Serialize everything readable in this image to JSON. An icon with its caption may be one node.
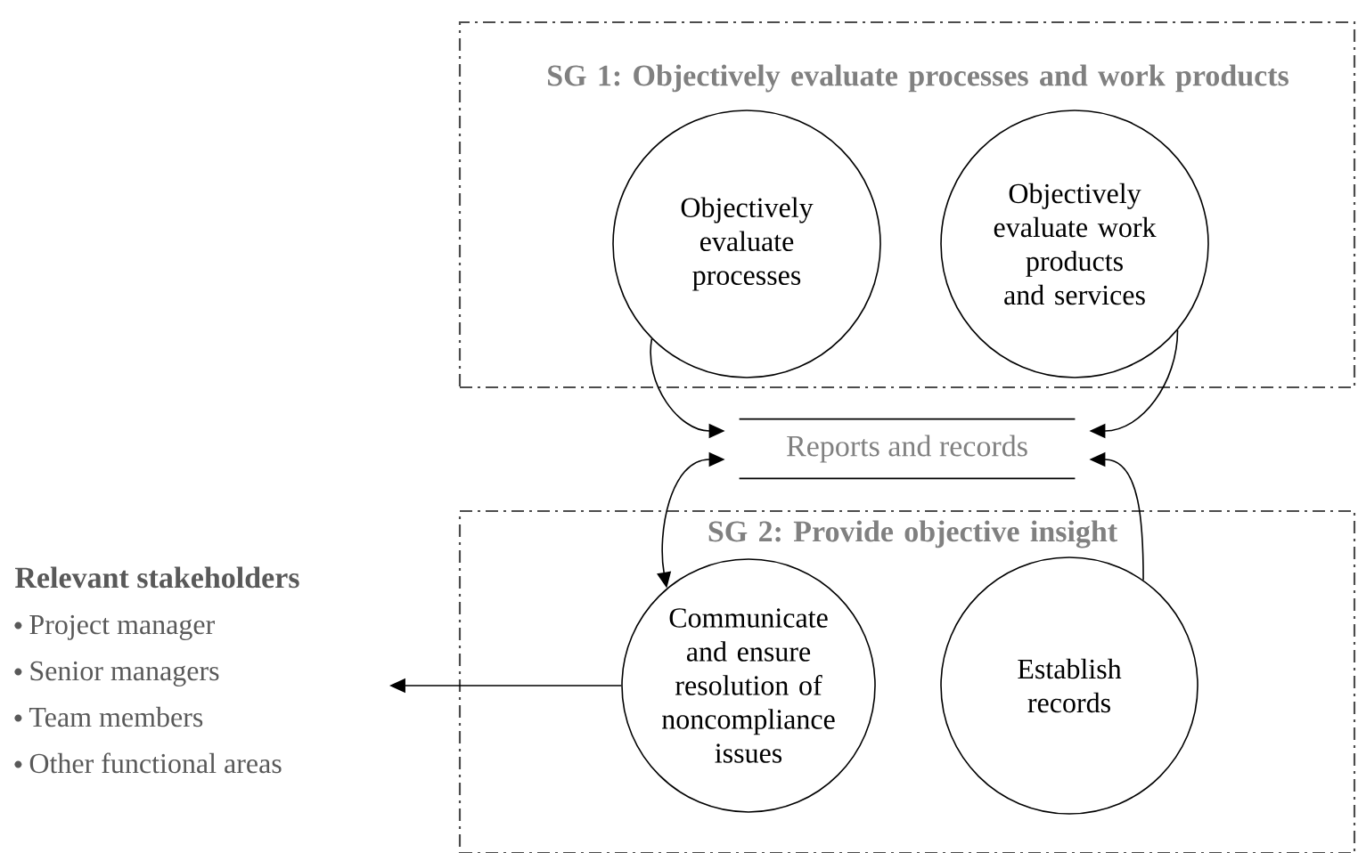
{
  "diagram": {
    "nodes": [
      {
        "text": [
          "SG 1: Objectively evaluate processes and work products"
        ]
      },
      {
        "text": [
          "Objectively evaluate processes"
        ],
        "in": 0
      },
      {
        "text": [
          "Objectively evaluate work products and services"
        ],
        "in": 0
      },
      {
        "text": [
          "Reports and records"
        ]
      },
      {
        "text": [
          "SG 2: Provide objective insight"
        ]
      },
      {
        "text": [
          "Communicate and ensure resolution of noncompliance issues"
        ],
        "in": 4
      },
      {
        "text": [
          "Establish records"
        ],
        "in": 4
      },
      {
        "text": [
          "Relevant stakeholders",
          "Project manager",
          "Senior managers",
          "Team members",
          "Other functional areas"
        ]
      }
    ],
    "edges": [
      {
        "from": 1,
        "to": 3,
        "arrow": "to"
      },
      {
        "from": 2,
        "to": 3,
        "arrow": "to"
      },
      {
        "from": 5,
        "to": 3,
        "arrow": "both"
      },
      {
        "from": 6,
        "to": 3,
        "arrow": "to"
      },
      {
        "from": 5,
        "to": 7,
        "arrow": "to"
      }
    ]
  }
}
